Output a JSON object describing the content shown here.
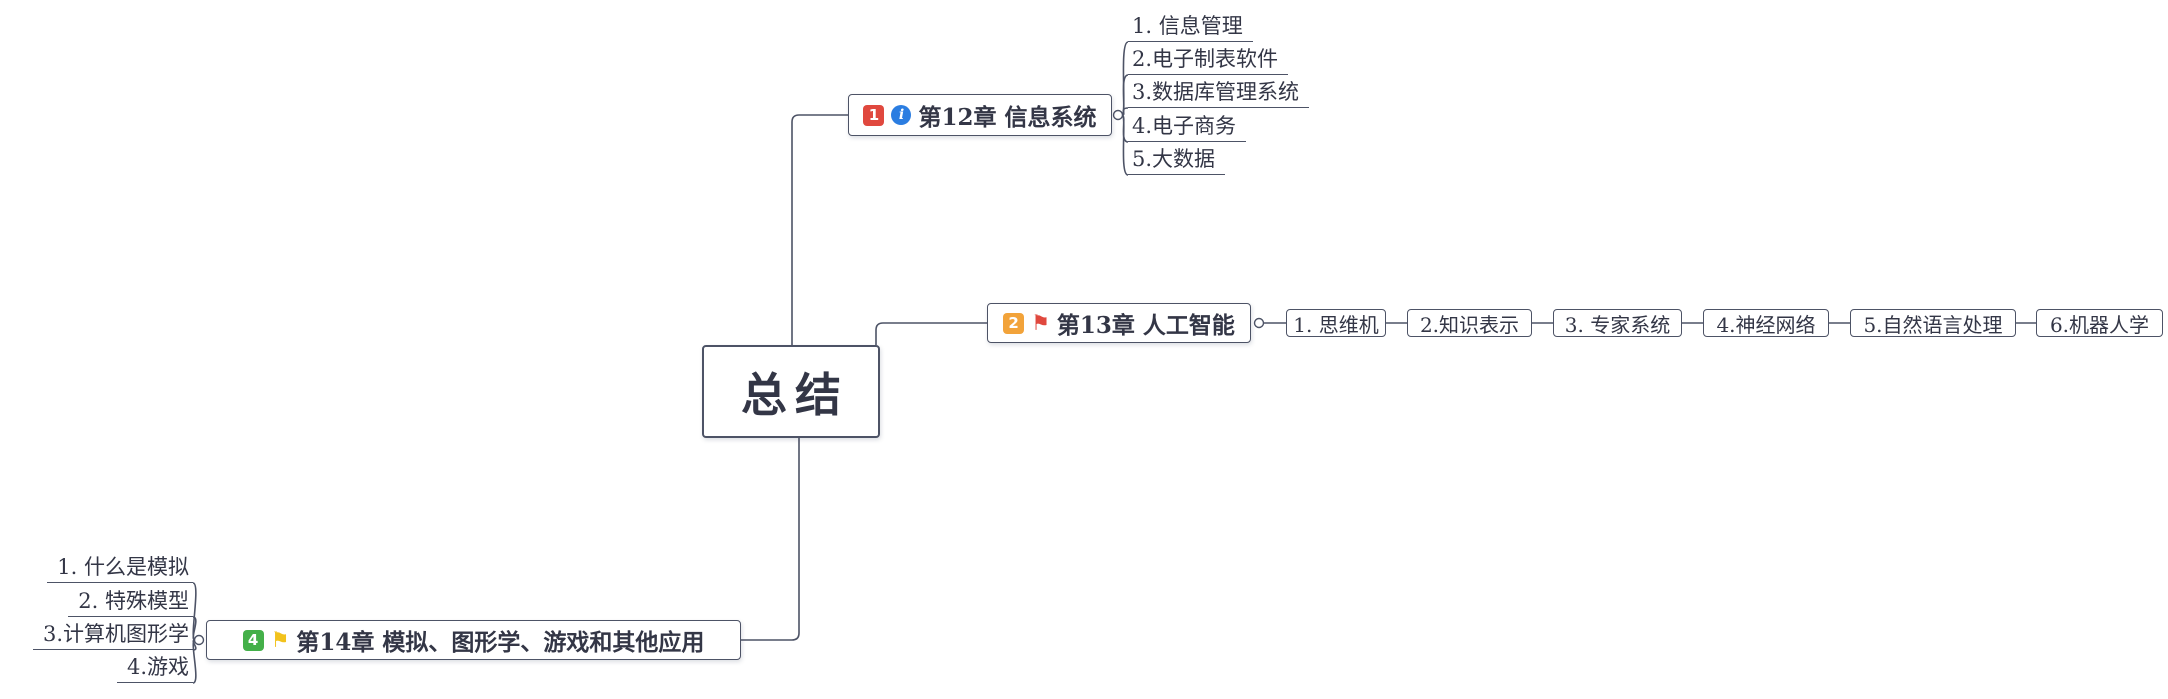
{
  "central": {
    "label": "总结"
  },
  "branches": [
    {
      "label": "第12章 信息系统",
      "badge": "1",
      "icon": "info",
      "children": [
        "1. 信息管理",
        "2.电子制表软件",
        "3.数据库管理系统",
        "4.电子商务",
        "5.大数据"
      ]
    },
    {
      "label": "第13章 人工智能",
      "badge": "2",
      "icon": "flag-red",
      "children": [
        "1. 思维机",
        "2.知识表示",
        "3. 专家系统",
        "4.神经网络",
        "5.自然语言处理",
        "6.机器人学"
      ]
    },
    {
      "label": "第14章 模拟、图形学、游戏和其他应用",
      "badge": "4",
      "icon": "flag-yellow",
      "children": [
        "1. 什么是模拟",
        "2. 特殊模型",
        "3.计算机图形学",
        "4.游戏"
      ]
    }
  ],
  "icons": {
    "info_glyph": "i",
    "flag_glyph": "⚑"
  },
  "colors": {
    "text": "#333646",
    "line": "#4d5366",
    "priority1_red": "#e0483e",
    "priority2_orange": "#f2a33a",
    "priority4_green": "#44b049",
    "info_blue": "#2b7de1",
    "flag_red": "#e0483e",
    "flag_yellow": "#f2c21c"
  }
}
